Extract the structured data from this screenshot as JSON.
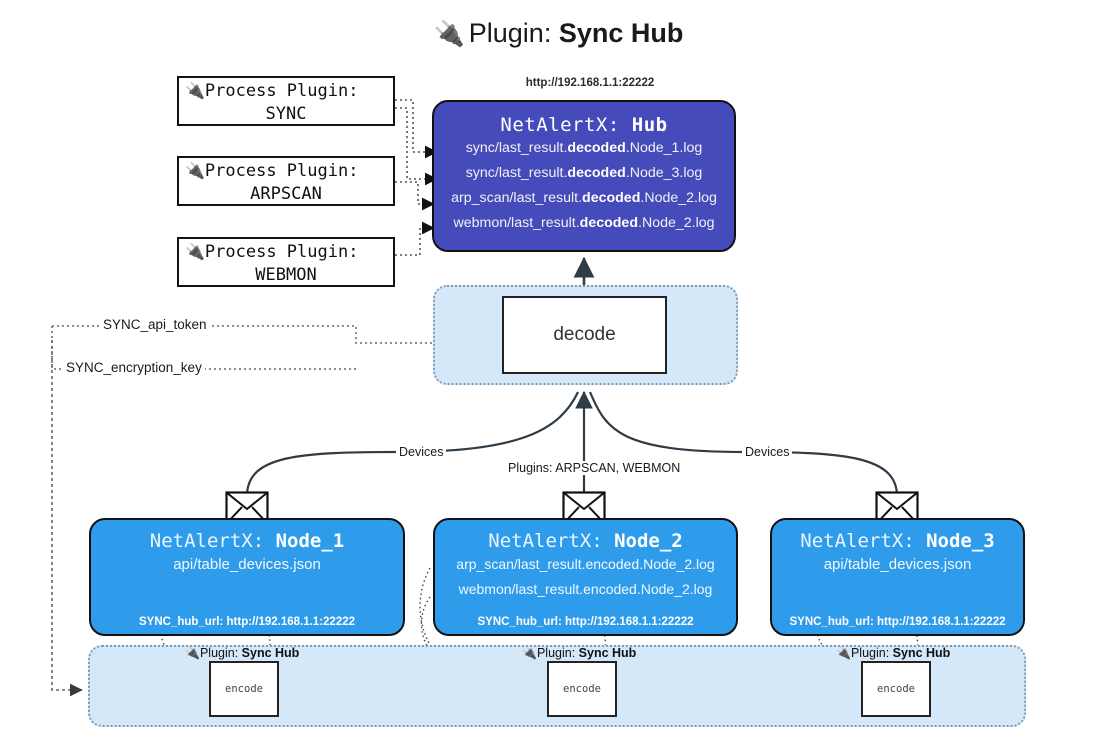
{
  "title": {
    "icon": "plug-icon",
    "prefix": "Plugin: ",
    "name": "Sync Hub"
  },
  "process_plugins": [
    {
      "icon": "plug-icon",
      "line1": "Process Plugin:",
      "line2": "SYNC"
    },
    {
      "icon": "plug-icon",
      "line1": "Process Plugin:",
      "line2": "ARPSCAN"
    },
    {
      "icon": "plug-icon",
      "line1": "Process Plugin:",
      "line2": "WEBMON"
    }
  ],
  "hub": {
    "url": "http://192.168.1.1:22222",
    "title_prefix": "NetAlertX: ",
    "title_name": "Hub",
    "logs": [
      {
        "pre": "sync/last_result.",
        "mid": "decoded",
        "post": ".Node_1.log"
      },
      {
        "pre": "sync/last_result.",
        "mid": "decoded",
        "post": ".Node_3.log"
      },
      {
        "pre": "arp_scan/last_result.",
        "mid": "decoded",
        "post": ".Node_2.log"
      },
      {
        "pre": "webmon/last_result.",
        "mid": "decoded",
        "post": ".Node_2.log"
      }
    ]
  },
  "decode": {
    "label": "decode"
  },
  "secrets": [
    {
      "label": "SYNC_api_token"
    },
    {
      "label": "SYNC_encryption_key"
    }
  ],
  "edges": {
    "devices_left": "Devices",
    "devices_right": "Devices",
    "plugins_center": "Plugins: ARPSCAN, WEBMON"
  },
  "nodes": [
    {
      "title_prefix": "NetAlertX: ",
      "title_name": "Node_1",
      "lines": [
        "api/table_devices.json"
      ],
      "hub_url_label": "SYNC_hub_url: http://192.168.1.1:22222",
      "mail_icon": "envelope-icon"
    },
    {
      "title_prefix": "NetAlertX: ",
      "title_name": "Node_2",
      "lines": [
        "arp_scan/last_result.encoded.Node_2.log",
        "webmon/last_result.encoded.Node_2.log"
      ],
      "hub_url_label": "SYNC_hub_url: http://192.168.1.1:22222",
      "mail_icon": "envelope-icon"
    },
    {
      "title_prefix": "NetAlertX: ",
      "title_name": "Node_3",
      "lines": [
        "api/table_devices.json"
      ],
      "hub_url_label": "SYNC_hub_url: http://192.168.1.1:22222",
      "mail_icon": "envelope-icon"
    }
  ],
  "bottom_plugins": [
    {
      "icon": "plug-icon",
      "prefix": "Plugin: ",
      "name": "Sync Hub",
      "encode_label": "encode"
    },
    {
      "icon": "plug-icon",
      "prefix": "Plugin: ",
      "name": "Sync Hub",
      "encode_label": "encode"
    },
    {
      "icon": "plug-icon",
      "prefix": "Plugin: ",
      "name": "Sync Hub",
      "encode_label": "encode"
    }
  ],
  "colors": {
    "hub_fill": "#454bba",
    "node_fill": "#2f9ceb",
    "zone_fill": "#d4e8fa",
    "zone_border": "#7f9cb5",
    "stroke": "#111111"
  }
}
